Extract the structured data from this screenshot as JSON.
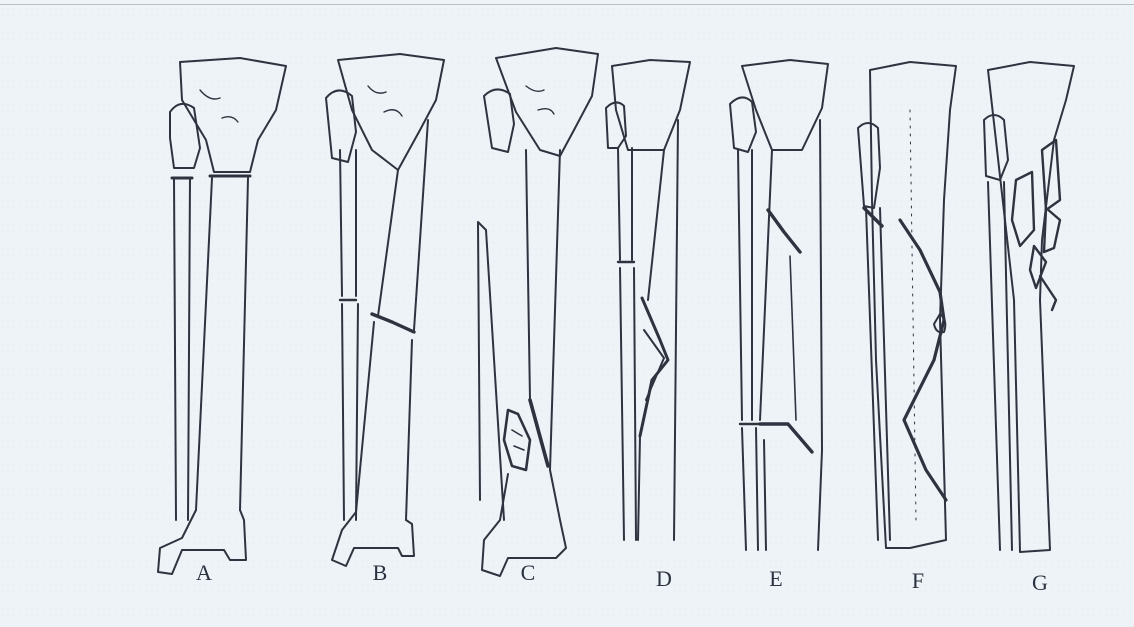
{
  "figure": {
    "labels": [
      "A",
      "B",
      "C",
      "D",
      "E",
      "F",
      "G"
    ],
    "stroke_color": "#2f3340",
    "background_color": "#eef3f7"
  }
}
